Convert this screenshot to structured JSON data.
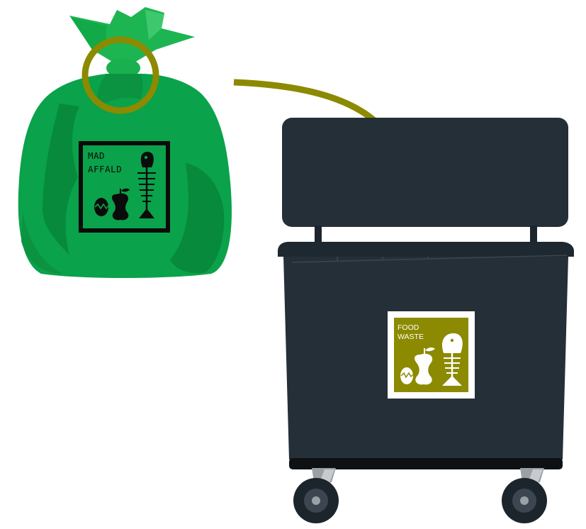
{
  "bag": {
    "label_lines": [
      "MAD",
      "AFFALD"
    ],
    "color": "#0aa24a",
    "icons": [
      "egg-icon",
      "apple-core-icon",
      "fish-skeleton-icon"
    ]
  },
  "bin": {
    "label_lines": [
      "FOOD",
      "WASTE"
    ],
    "body_color": "#252f38",
    "label_color": "#8c8a00",
    "icons": [
      "egg-icon",
      "apple-core-icon",
      "fish-skeleton-icon"
    ]
  },
  "arrow": {
    "color": "#8c8a00"
  },
  "highlight_ring": {
    "color": "#8c8a00"
  }
}
